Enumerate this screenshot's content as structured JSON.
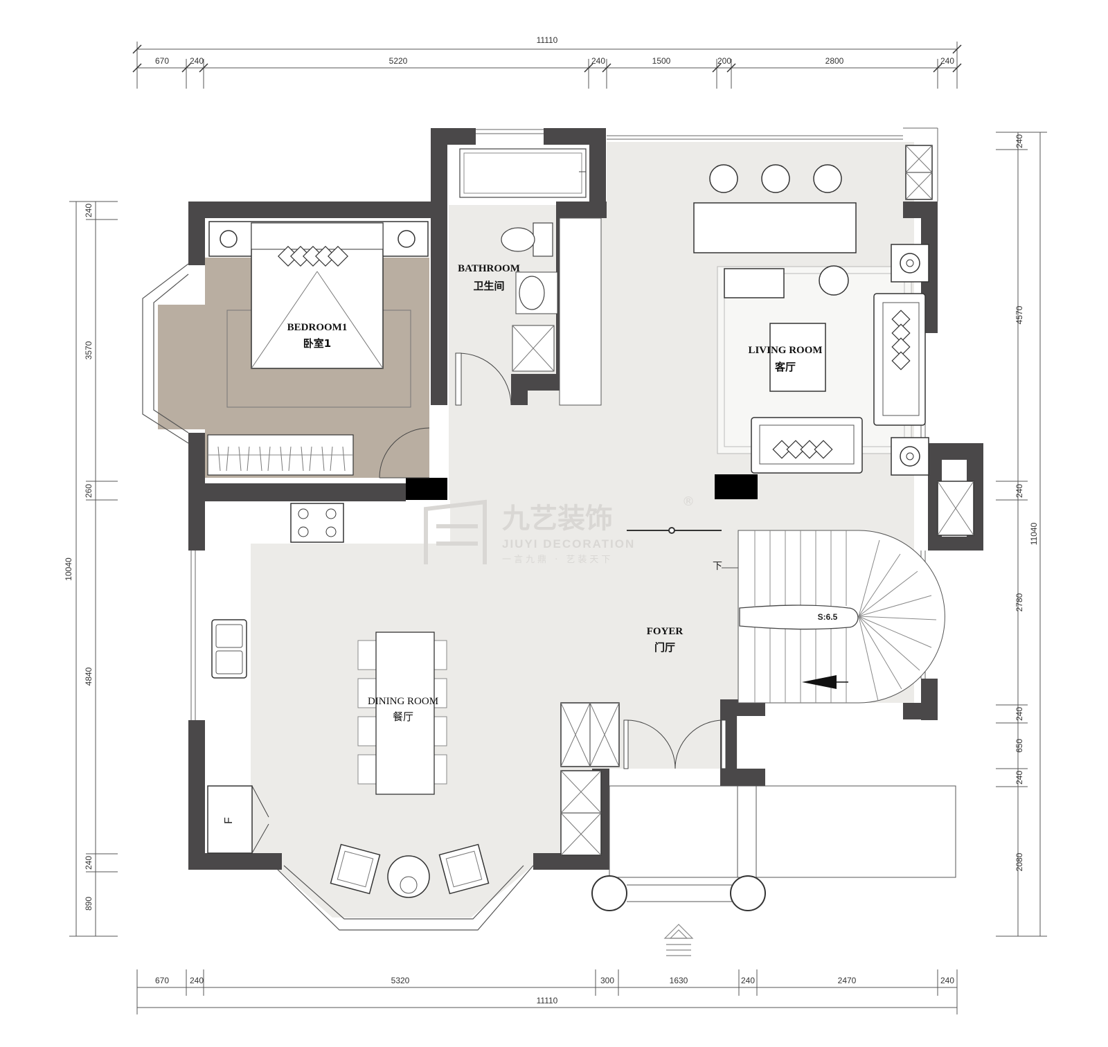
{
  "dimensions": {
    "top_total": "11110",
    "top_segments": [
      "670",
      "240",
      "5220",
      "240",
      "1500",
      "200",
      "2800",
      "240"
    ],
    "bottom_total": "11110",
    "bottom_segments": [
      "670",
      "240",
      "5320",
      "300",
      "1630",
      "240",
      "2470",
      "240"
    ],
    "left_total": "10040",
    "left_segments": [
      "240",
      "3570",
      "260",
      "4840",
      "240",
      "890"
    ],
    "right_total": "11040",
    "right_segments": [
      "240",
      "4570",
      "240",
      "2780",
      "240",
      "650",
      "240",
      "2080"
    ]
  },
  "rooms": {
    "bedroom": {
      "en": "BEDROOM1",
      "zh": "卧室1"
    },
    "bathroom": {
      "en": "BATHROOM",
      "zh": "卫生间"
    },
    "living": {
      "en": "LIVING ROOM",
      "zh": "客厅"
    },
    "foyer": {
      "en": "FOYER",
      "zh": "门厅"
    },
    "dining": {
      "en": "DINING ROOM",
      "zh": "餐厅"
    }
  },
  "stair": {
    "label": "S:6.5",
    "down": "下"
  },
  "fridge_label": "F",
  "watermark": {
    "brand_zh": "九艺装饰",
    "brand_en": "JIUYI DECORATION",
    "slogan": "一言九鼎 · 艺装天下",
    "registered": "®"
  },
  "colors": {
    "wall": "#4a4849",
    "floor": "#ecebe8",
    "wood": "#b9aea1"
  }
}
